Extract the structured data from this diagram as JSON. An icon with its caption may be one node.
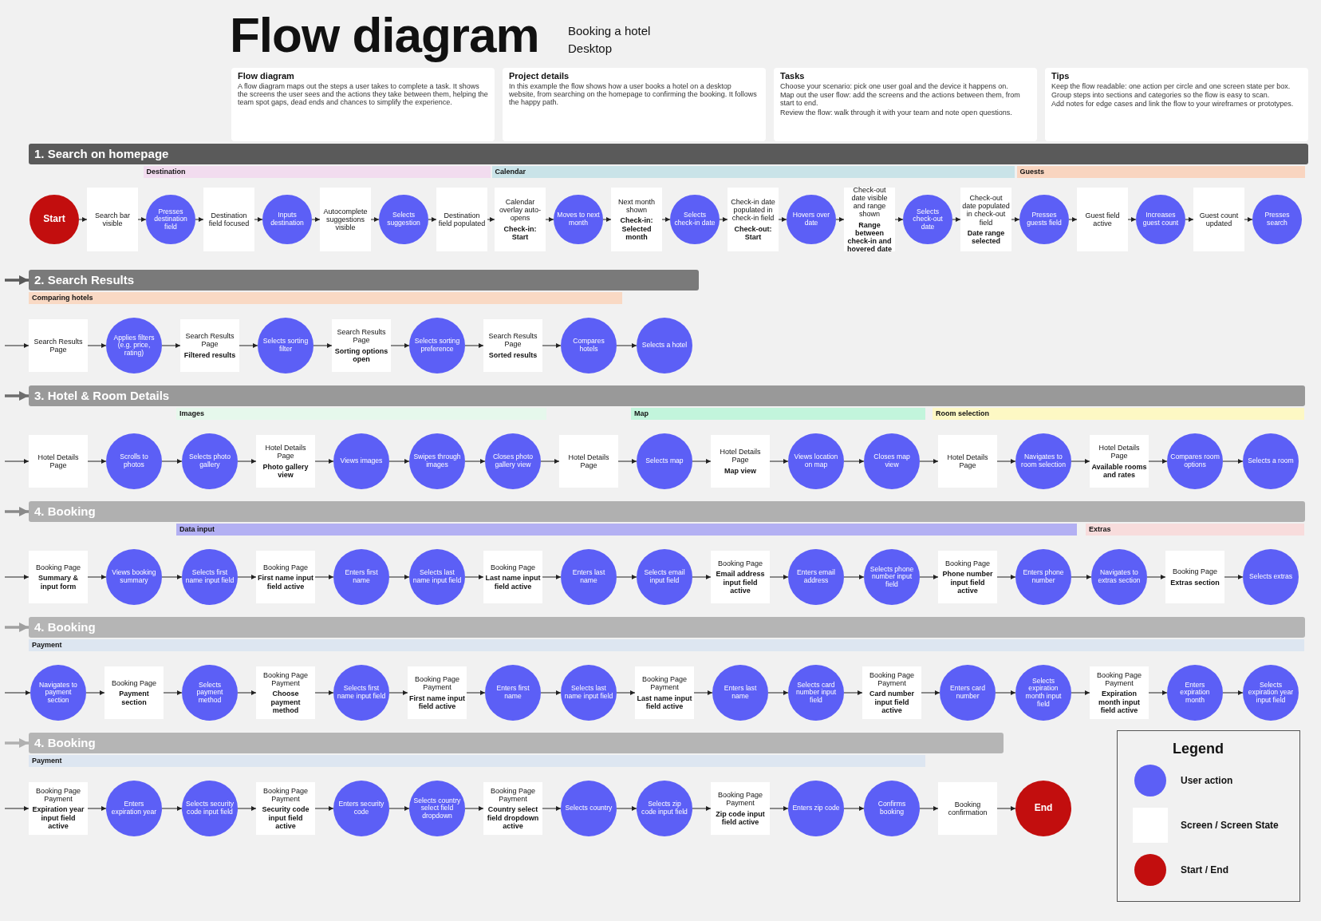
{
  "diagram": {
    "title": "Flow diagram",
    "nodes": [
      {
        "text": [
          "Flow diagram",
          "A flow diagram maps out the steps a user takes to complete a task. It shows the screens the user sees and the actions they take between them, helping the team spot gaps, dead ends and chances to simplify the experience."
        ]
      },
      {
        "text": [
          "Project details",
          "In this example the flow shows how a user books a hotel on a desktop website, from searching on the homepage to confirming the booking. It follows the happy path."
        ]
      },
      {
        "text": [
          "Tasks",
          "Choose your scenario: pick one user goal and the device it happens on.",
          "Map out the user flow: add the screens and the actions between them, from start to end.",
          "Review the flow: walk through it with your team and note open questions."
        ]
      },
      {
        "text": [
          "Tips",
          "Keep the flow readable: one action per circle and one screen state per box.",
          "Group steps into sections and categories so the flow is easy to scan.",
          "Add notes for edge cases and link the flow to your wireframes or prototypes."
        ]
      },
      {
        "text": [
          "1. Search on homepage"
        ]
      },
      {
        "text": [
          "Destination"
        ]
      },
      {
        "text": [
          "Calendar"
        ]
      },
      {
        "text": [
          "Guests"
        ]
      },
      {
        "text": [
          "Start"
        ]
      },
      {
        "text": [
          "Search bar visible"
        ]
      },
      {
        "text": [
          "Presses destination field"
        ]
      },
      {
        "text": [
          "Destination field focused"
        ]
      },
      {
        "text": [
          "Inputs destination"
        ]
      },
      {
        "text": [
          "Autocomplete suggestions visible"
        ]
      },
      {
        "text": [
          "Selects suggestion"
        ]
      },
      {
        "text": [
          "Destination field populated"
        ]
      },
      {
        "text": [
          "Calendar overlay auto-opens",
          "Check-in: Start"
        ]
      },
      {
        "text": [
          "Moves to next month"
        ]
      },
      {
        "text": [
          "Next month shown",
          "Check-in: Selected month"
        ]
      },
      {
        "text": [
          "Selects check-in date"
        ]
      },
      {
        "text": [
          "Check-in date populated in check-in field",
          "Check-out: Start"
        ]
      },
      {
        "text": [
          "Hovers over date"
        ]
      },
      {
        "text": [
          "Check-out date visible and range shown",
          "Range between check-in and hovered date"
        ]
      },
      {
        "text": [
          "Selects check-out date"
        ]
      },
      {
        "text": [
          "Check-out date populated in check-out field",
          "Date range selected"
        ]
      },
      {
        "text": [
          "Presses guests field"
        ]
      },
      {
        "text": [
          "Guest field active"
        ]
      },
      {
        "text": [
          "Increases guest count"
        ]
      },
      {
        "text": [
          "Guest count updated"
        ]
      },
      {
        "text": [
          "Presses search"
        ]
      },
      {
        "text": [
          "2. Search Results"
        ]
      },
      {
        "text": [
          "Comparing hotels"
        ]
      },
      {
        "text": [
          "Search Results Page"
        ]
      },
      {
        "text": [
          "Applies filters (e.g. price, rating)"
        ]
      },
      {
        "text": [
          "Search Results Page",
          "Filtered results"
        ]
      },
      {
        "text": [
          "Selects sorting filter"
        ]
      },
      {
        "text": [
          "Search Results Page",
          "Sorting options open"
        ]
      },
      {
        "text": [
          "Selects sorting preference"
        ]
      },
      {
        "text": [
          "Search Results Page",
          "Sorted results"
        ]
      },
      {
        "text": [
          "Compares hotels"
        ]
      },
      {
        "text": [
          "Selects a hotel"
        ]
      },
      {
        "text": [
          "3. Hotel & Room Details"
        ]
      },
      {
        "text": [
          "Images"
        ]
      },
      {
        "text": [
          "Map"
        ]
      },
      {
        "text": [
          "Room selection"
        ]
      },
      {
        "text": [
          "Hotel Details Page"
        ]
      },
      {
        "text": [
          "Scrolls to photos"
        ]
      },
      {
        "text": [
          "Selects photo gallery"
        ]
      },
      {
        "text": [
          "Hotel Details Page",
          "Photo gallery view"
        ]
      },
      {
        "text": [
          "Views images"
        ]
      },
      {
        "text": [
          "Swipes through images"
        ]
      },
      {
        "text": [
          "Closes photo gallery view"
        ]
      },
      {
        "text": [
          "Hotel Details Page"
        ]
      },
      {
        "text": [
          "Selects map"
        ]
      },
      {
        "text": [
          "Hotel Details Page",
          "Map view"
        ]
      },
      {
        "text": [
          "Views location on map"
        ]
      },
      {
        "text": [
          "Closes map view"
        ]
      },
      {
        "text": [
          "Hotel Details Page"
        ]
      },
      {
        "text": [
          "Navigates to room selection"
        ]
      },
      {
        "text": [
          "Hotel Details Page",
          "Available rooms and rates"
        ]
      },
      {
        "text": [
          "Compares room options"
        ]
      },
      {
        "text": [
          "Selects a room"
        ]
      },
      {
        "text": [
          "4. Booking"
        ]
      },
      {
        "text": [
          "Data input"
        ]
      },
      {
        "text": [
          "Extras"
        ]
      },
      {
        "text": [
          "Booking Page",
          "Summary & input form"
        ]
      },
      {
        "text": [
          "Views booking summary"
        ]
      },
      {
        "text": [
          "Selects first name input field"
        ]
      },
      {
        "text": [
          "Booking Page",
          "First name input field active"
        ]
      },
      {
        "text": [
          "Enters first name"
        ]
      },
      {
        "text": [
          "Selects last name input field"
        ]
      },
      {
        "text": [
          "Booking Page",
          "Last name input field active"
        ]
      },
      {
        "text": [
          "Enters last name"
        ]
      },
      {
        "text": [
          "Selects email input field"
        ]
      },
      {
        "text": [
          "Booking Page",
          "Email address input field active"
        ]
      },
      {
        "text": [
          "Enters email address"
        ]
      },
      {
        "text": [
          "Selects phone number input field"
        ]
      },
      {
        "text": [
          "Booking Page",
          "Phone number input field active"
        ]
      },
      {
        "text": [
          "Enters phone number"
        ]
      },
      {
        "text": [
          "Navigates to extras section"
        ]
      },
      {
        "text": [
          "Booking Page",
          "Extras section"
        ]
      },
      {
        "text": [
          "Selects extras"
        ]
      },
      {
        "text": [
          "4. Booking"
        ]
      },
      {
        "text": [
          "Payment"
        ]
      },
      {
        "text": [
          "Navigates to payment section"
        ]
      },
      {
        "text": [
          "Booking Page",
          "Payment section"
        ]
      },
      {
        "text": [
          "Selects payment method"
        ]
      },
      {
        "text": [
          "Booking Page Payment",
          "Choose payment method"
        ]
      },
      {
        "text": [
          "Selects first name input field"
        ]
      },
      {
        "text": [
          "Booking Page Payment",
          "First name input field active"
        ]
      },
      {
        "text": [
          "Enters first name"
        ]
      },
      {
        "text": [
          "Selects last name input field"
        ]
      },
      {
        "text": [
          "Booking Page Payment",
          "Last name input field active"
        ]
      },
      {
        "text": [
          "Enters last name"
        ]
      },
      {
        "text": [
          "Selects card number input field"
        ]
      },
      {
        "text": [
          "Booking Page Payment",
          "Card number input field active"
        ]
      },
      {
        "text": [
          "Enters card number"
        ]
      },
      {
        "text": [
          "Selects expiration month input field"
        ]
      },
      {
        "text": [
          "Booking Page Payment",
          "Expiration month input field active"
        ]
      },
      {
        "text": [
          "Enters expiration month"
        ]
      },
      {
        "text": [
          "Selects expiration year input field"
        ]
      },
      {
        "text": [
          "4. Booking"
        ]
      },
      {
        "text": [
          "Payment"
        ]
      },
      {
        "text": [
          "Booking Page Payment",
          "Expiration year input field active"
        ]
      },
      {
        "text": [
          "Enters expiration year"
        ]
      },
      {
        "text": [
          "Selects security code input field"
        ]
      },
      {
        "text": [
          "Booking Page Payment",
          "Security code input field active"
        ]
      },
      {
        "text": [
          "Enters security code"
        ]
      },
      {
        "text": [
          "Selects country select field dropdown"
        ]
      },
      {
        "text": [
          "Booking Page Payment",
          "Country select field dropdown active"
        ]
      },
      {
        "text": [
          "Selects country"
        ]
      },
      {
        "text": [
          "Selects zip code input field"
        ]
      },
      {
        "text": [
          "Booking Page Payment",
          "Zip code input field active"
        ]
      },
      {
        "text": [
          "Enters zip code"
        ]
      },
      {
        "text": [
          "Confirms booking"
        ]
      },
      {
        "text": [
          "Booking confirmation"
        ]
      },
      {
        "text": [
          "End"
        ]
      }
    ],
    "edges": [
      {
        "from": 8,
        "to": 9,
        "arrow": "to"
      },
      {
        "from": 9,
        "to": 10,
        "arrow": "to"
      },
      {
        "from": 10,
        "to": 11,
        "arrow": "to"
      },
      {
        "from": 11,
        "to": 12,
        "arrow": "to"
      },
      {
        "from": 12,
        "to": 13,
        "arrow": "to"
      },
      {
        "from": 13,
        "to": 14,
        "arrow": "to"
      },
      {
        "from": 14,
        "to": 15,
        "arrow": "to"
      },
      {
        "from": 15,
        "to": 16,
        "arrow": "to"
      },
      {
        "from": 16,
        "to": 17,
        "arrow": "to"
      },
      {
        "from": 17,
        "to": 18,
        "arrow": "to"
      },
      {
        "from": 18,
        "to": 19,
        "arrow": "to"
      },
      {
        "from": 19,
        "to": 20,
        "arrow": "to"
      },
      {
        "from": 20,
        "to": 21,
        "arrow": "to"
      },
      {
        "from": 21,
        "to": 22,
        "arrow": "to"
      },
      {
        "from": 22,
        "to": 23,
        "arrow": "to"
      },
      {
        "from": 23,
        "to": 24,
        "arrow": "to"
      },
      {
        "from": 24,
        "to": 25,
        "arrow": "to"
      },
      {
        "from": 25,
        "to": 26,
        "arrow": "to"
      },
      {
        "from": 26,
        "to": 27,
        "arrow": "to"
      },
      {
        "from": 27,
        "to": 28,
        "arrow": "to"
      },
      {
        "from": 28,
        "to": 29,
        "arrow": "to"
      },
      {
        "from": null,
        "to": 30,
        "arrow": "to",
        "style": "thick",
        "color": "#5a5a5a"
      },
      {
        "from": null,
        "to": 32,
        "arrow": "to"
      },
      {
        "from": 32,
        "to": 33,
        "arrow": "to"
      },
      {
        "from": 33,
        "to": 34,
        "arrow": "to"
      },
      {
        "from": 34,
        "to": 35,
        "arrow": "to"
      },
      {
        "from": 35,
        "to": 36,
        "arrow": "to"
      },
      {
        "from": 36,
        "to": 37,
        "arrow": "to"
      },
      {
        "from": 37,
        "to": 38,
        "arrow": "to"
      },
      {
        "from": 38,
        "to": 39,
        "arrow": "to"
      },
      {
        "from": 39,
        "to": 40,
        "arrow": "to"
      },
      {
        "from": null,
        "to": 41,
        "arrow": "to",
        "style": "thick",
        "color": "#6e6e6e"
      },
      {
        "from": null,
        "to": 45,
        "arrow": "to"
      },
      {
        "from": 45,
        "to": 46,
        "arrow": "to"
      },
      {
        "from": 46,
        "to": 47,
        "arrow": "to"
      },
      {
        "from": 47,
        "to": 48,
        "arrow": "to"
      },
      {
        "from": 48,
        "to": 49,
        "arrow": "to"
      },
      {
        "from": 49,
        "to": 50,
        "arrow": "to"
      },
      {
        "from": 50,
        "to": 51,
        "arrow": "to"
      },
      {
        "from": 51,
        "to": 52,
        "arrow": "to"
      },
      {
        "from": 52,
        "to": 53,
        "arrow": "to"
      },
      {
        "from": 53,
        "to": 54,
        "arrow": "to"
      },
      {
        "from": 54,
        "to": 55,
        "arrow": "to"
      },
      {
        "from": 55,
        "to": 56,
        "arrow": "to"
      },
      {
        "from": 56,
        "to": 57,
        "arrow": "to"
      },
      {
        "from": 57,
        "to": 58,
        "arrow": "to"
      },
      {
        "from": 58,
        "to": 59,
        "arrow": "to"
      },
      {
        "from": 59,
        "to": 60,
        "arrow": "to"
      },
      {
        "from": 60,
        "to": 61,
        "arrow": "to"
      },
      {
        "from": null,
        "to": 62,
        "arrow": "to",
        "style": "thick",
        "color": "#8a8a8a"
      },
      {
        "from": null,
        "to": 65,
        "arrow": "to"
      },
      {
        "from": 65,
        "to": 66,
        "arrow": "to"
      },
      {
        "from": 66,
        "to": 67,
        "arrow": "to"
      },
      {
        "from": 67,
        "to": 68,
        "arrow": "to"
      },
      {
        "from": 68,
        "to": 69,
        "arrow": "to"
      },
      {
        "from": 69,
        "to": 70,
        "arrow": "to"
      },
      {
        "from": 70,
        "to": 71,
        "arrow": "to"
      },
      {
        "from": 71,
        "to": 72,
        "arrow": "to"
      },
      {
        "from": 72,
        "to": 73,
        "arrow": "to"
      },
      {
        "from": 73,
        "to": 74,
        "arrow": "to"
      },
      {
        "from": 74,
        "to": 75,
        "arrow": "to"
      },
      {
        "from": 75,
        "to": 76,
        "arrow": "to"
      },
      {
        "from": 76,
        "to": 77,
        "arrow": "to"
      },
      {
        "from": 77,
        "to": 78,
        "arrow": "to"
      },
      {
        "from": 78,
        "to": 79,
        "arrow": "to"
      },
      {
        "from": 79,
        "to": 80,
        "arrow": "to"
      },
      {
        "from": 80,
        "to": 81,
        "arrow": "to"
      },
      {
        "from": null,
        "to": 82,
        "arrow": "to",
        "style": "thick",
        "color": "#a0a0a0"
      },
      {
        "from": null,
        "to": 84,
        "arrow": "to"
      },
      {
        "from": 84,
        "to": 85,
        "arrow": "to"
      },
      {
        "from": 85,
        "to": 86,
        "arrow": "to"
      },
      {
        "from": 86,
        "to": 87,
        "arrow": "to"
      },
      {
        "from": 87,
        "to": 88,
        "arrow": "to"
      },
      {
        "from": 88,
        "to": 89,
        "arrow": "to"
      },
      {
        "from": 89,
        "to": 90,
        "arrow": "to"
      },
      {
        "from": 90,
        "to": 91,
        "arrow": "to"
      },
      {
        "from": 91,
        "to": 92,
        "arrow": "to"
      },
      {
        "from": 92,
        "to": 93,
        "arrow": "to"
      },
      {
        "from": 93,
        "to": 94,
        "arrow": "to"
      },
      {
        "from": 94,
        "to": 95,
        "arrow": "to"
      },
      {
        "from": 95,
        "to": 96,
        "arrow": "to"
      },
      {
        "from": 96,
        "to": 97,
        "arrow": "to"
      },
      {
        "from": 97,
        "to": 98,
        "arrow": "to"
      },
      {
        "from": 98,
        "to": 99,
        "arrow": "to"
      },
      {
        "from": 99,
        "to": 100,
        "arrow": "to"
      },
      {
        "from": null,
        "to": 101,
        "arrow": "to",
        "style": "thick",
        "color": "#b0b0b0"
      },
      {
        "from": null,
        "to": 103,
        "arrow": "to"
      },
      {
        "from": 103,
        "to": 104,
        "arrow": "to"
      },
      {
        "from": 104,
        "to": 105,
        "arrow": "to"
      },
      {
        "from": 105,
        "to": 106,
        "arrow": "to"
      },
      {
        "from": 106,
        "to": 107,
        "arrow": "to"
      },
      {
        "from": 107,
        "to": 108,
        "arrow": "to"
      },
      {
        "from": 108,
        "to": 109,
        "arrow": "to"
      },
      {
        "from": 109,
        "to": 110,
        "arrow": "to"
      },
      {
        "from": 110,
        "to": 111,
        "arrow": "to"
      },
      {
        "from": 111,
        "to": 112,
        "arrow": "to"
      },
      {
        "from": 112,
        "to": 113,
        "arrow": "to"
      },
      {
        "from": 113,
        "to": 114,
        "arrow": "to"
      },
      {
        "from": 114,
        "to": 115,
        "arrow": "to"
      },
      {
        "from": 115,
        "to": 116,
        "arrow": "to"
      }
    ],
    "labels": [
      "Booking a hotel",
      "Desktop",
      "Legend"
    ],
    "legend": [
      {
        "text": "User action",
        "color": "#5c5ff6"
      },
      {
        "text": "Screen / Screen State",
        "color": "#ffffff"
      },
      {
        "text": "Start / End",
        "color": "#c20e0e"
      }
    ]
  }
}
